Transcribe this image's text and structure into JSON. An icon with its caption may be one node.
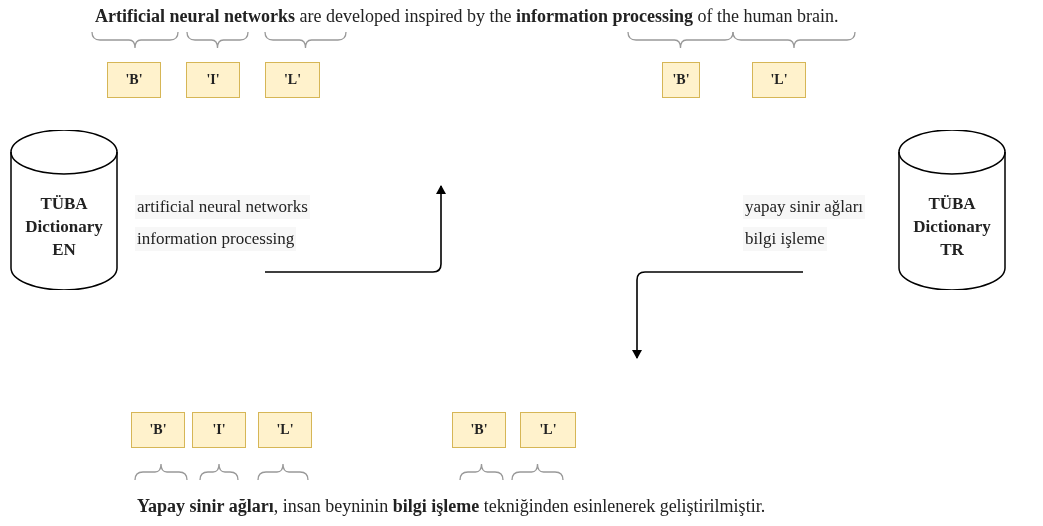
{
  "diagram": {
    "nodes": [
      {
        "text": [
          "TÜBA Dictionary EN"
        ]
      },
      {
        "text": [
          "artificial neural networks",
          "information processing"
        ]
      },
      {
        "text": [
          "yapay sinir ağları",
          "bilgi işleme"
        ]
      },
      {
        "text": [
          "TÜBA Dictionary TR"
        ]
      },
      {
        "text": [
          "'B'"
        ]
      },
      {
        "text": [
          "'I'"
        ]
      },
      {
        "text": [
          "'L'"
        ]
      },
      {
        "text": [
          "'B'"
        ]
      },
      {
        "text": [
          "'L'"
        ]
      },
      {
        "text": [
          "'B'"
        ]
      },
      {
        "text": [
          "'I'"
        ]
      },
      {
        "text": [
          "'L'"
        ]
      },
      {
        "text": [
          "'B'"
        ]
      },
      {
        "text": [
          "'L'"
        ]
      }
    ],
    "edges": [
      {
        "from": 1,
        "to": null,
        "arrow": "to"
      },
      {
        "from": 2,
        "to": null,
        "arrow": "to"
      }
    ],
    "labels": [
      "**Artificial neural networks** are developed inspired by the **information processing** of the human brain.",
      "**Yapay sinir ağları**, insan beyninin **bilgi işleme** tekniğinden esinlenerek geliştirilmiştir."
    ]
  }
}
